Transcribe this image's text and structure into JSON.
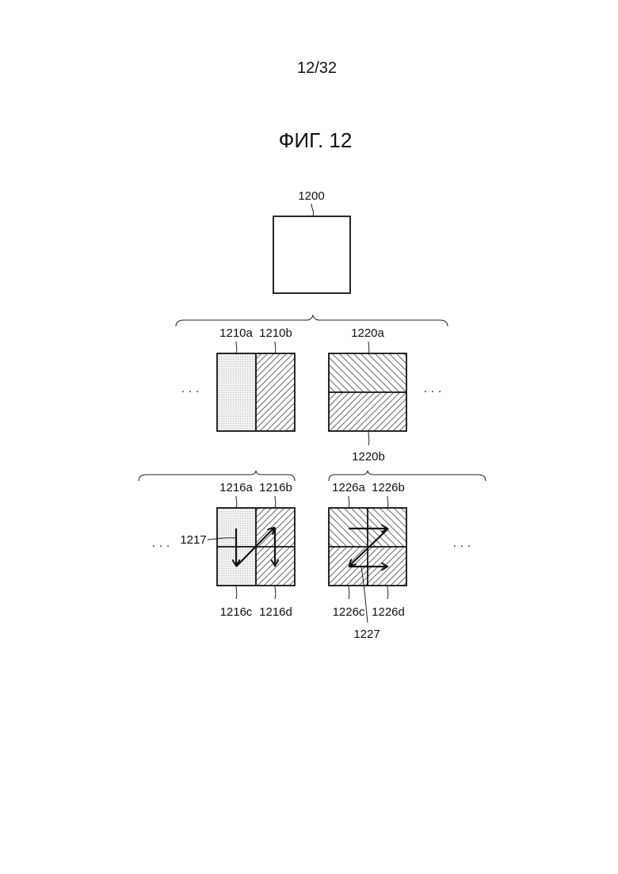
{
  "page_number": "12/32",
  "figure_title": "ФИГ. 12",
  "labels": {
    "block": "1200",
    "l1210a": "1210a",
    "l1210b": "1210b",
    "l1220a": "1220a",
    "l1220b": "1220b",
    "l1216a": "1216a",
    "l1216b": "1216b",
    "l1216c": "1216c",
    "l1216d": "1216d",
    "l1217": "1217",
    "l1226a": "1226a",
    "l1226b": "1226b",
    "l1226c": "1226c",
    "l1226d": "1226d",
    "l1227": "1227"
  },
  "ellipsis": "· · ·"
}
